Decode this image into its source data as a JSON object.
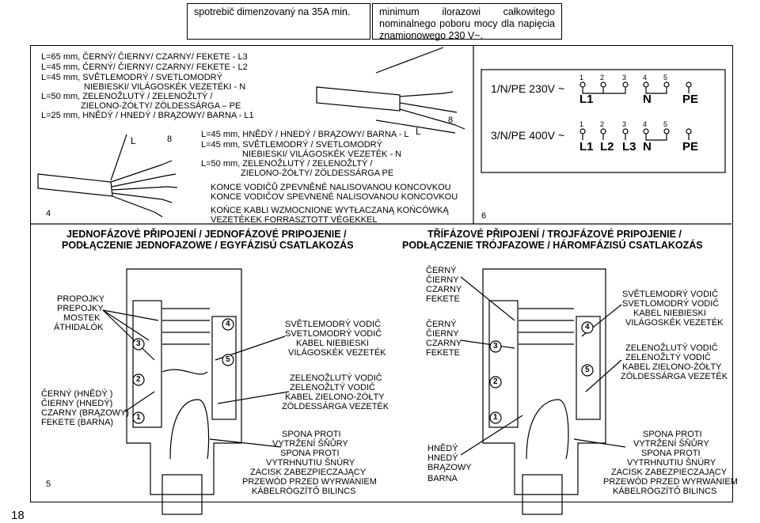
{
  "header": {
    "left": "spotrebič dimenzovaný na 35A min.",
    "right": "minimum ilorazowi całkowitego nominalnego poboru mocy dla napięcia znamionowego 230 V~."
  },
  "cable_left": {
    "line1": "L=65 mm, ČERNÝ/ ČIERNY/  CZARNY/ FEKETE  - L3",
    "line2": "L=45 mm, ČERNÝ/ ČIERNY/  CZARNY/ FEKETE  - L2",
    "line3": "L=45 mm, SVĚTLEMODRÝ / SVETLOMODRÝ",
    "line4": "NIEBIESKI/ VILÁGOSKÉK VEZETÉKI  - N",
    "line5": "L=50 mm, ZELENOŽLUTÝ / ZELENOŽLTÝ /",
    "line6": "ZIELONO-ŻÓŁTY/ ZÖLDESSÁRGA  – PE",
    "line7": "L=25 mm, HNĚDÝ / HNEDÝ / BRĄZOWY/ BARNA - L1"
  },
  "cable_right": {
    "line1": "L=45 mm, HNĚDÝ / HNEDÝ / BRĄZOWY/ BARNA  - L",
    "line2": "L=45 mm, SVĚTLEMODRÝ / SVETLOMODRÝ",
    "line3": "NIEBIESKI/ VILÁGOSKÉK VEZETÉK  - N",
    "line4": "L=50 mm, ZELENOŽLUTÝ / ZELENOŽLTÝ /",
    "line5": "ZIELONO-ŻÓŁTY/ ZÖLDESSÁRGA    PE"
  },
  "marks": {
    "L": "L",
    "eight": "8"
  },
  "ends_note": {
    "line1": "KONCE VODIČŮ ZPEVNĚNÉ NALISOVANOU KONCOVKOU",
    "line2": "KONCE VODIČOV SPEVNENÉ NALISOVANOU KONCOVKOU",
    "line3": "KOŃCE KABLI WZMOCNIONE WYTŁACZANĄ KOŃCÓWKĄ",
    "line4": "VEZETÉKEK FORRASZTOTT VÉGEKKEL"
  },
  "figure_numbers": {
    "fig4": "4",
    "fig5": "5",
    "fig6": "6"
  },
  "voltage_table": {
    "row1_label": "1/N/PE   230V ~",
    "row2_label": "3/N/PE   400V ~",
    "numbers": [
      "1",
      "2",
      "3",
      "4",
      "5"
    ],
    "row1_terms": [
      "L1",
      "N",
      "PE"
    ],
    "row2_terms": [
      "L1",
      "L2",
      "L3",
      "N",
      "PE"
    ]
  },
  "single_phase": {
    "title1": "JEDNOFÁZOVÉ PŘIPOJENÍ / JEDNOFÁZOVÉ PRIPOJENIE /",
    "title2": "PODŁĄCZENIE JEDNOFAZOWE / EGYFÁZISÚ CSATLAKOZÁS",
    "bridges": [
      "PROPOJKY",
      "PREPOJKY",
      "MOSTEK",
      "ÁTHIDALÓK"
    ],
    "blue": [
      "SVĚTLEMODRÝ VODIČ",
      "SVETLOMODRÝ VODIČ",
      "KABEL NIEBIESKI",
      "VILÁGOSKÉK VEZETÉK"
    ],
    "green": [
      "ZELENOŽLUTÝ VODIČ",
      "ZELENOŽLTÝ  VODIČ",
      "KABEL ZIELONO-ŻÓŁTY",
      "ZÖLDESSÁRGA VEZETÉK"
    ],
    "brown": [
      "ČERNÝ (HNĚDÝ )",
      "ČIERNY (HNEDÝ)",
      "CZARNY (BRĄZOWY)",
      "FEKETE (BARNA)"
    ],
    "clamp": [
      "SPONA PROTI",
      "VYTRŽENÍ ŠŇŮRY",
      "SPONA PROTI",
      "VYTRHNUTIU ŠNÚRY",
      "ZACISK ZABEZPIECZAJĄCY",
      "PRZEWÓD PRZED WYRWANIEM",
      "KÁBELRÖGZÍTŐ BILINCS"
    ]
  },
  "three_phase": {
    "title1": "TŘÍFÁZOVÉ PŘIPOJENÍ /  TROJFÁZOVÉ PRIPOJENIE /",
    "title2": "PODŁĄCZENIE TRÓJFAZOWE / HÁROMFÁZISÚ CSATLAKOZÁS",
    "black1": [
      "ČERNÝ",
      "ČIERNY",
      "CZARNY",
      "FEKETE"
    ],
    "black2": [
      "ČERNÝ",
      "ČIERNY",
      "CZARNY",
      "FEKETE"
    ],
    "blue": [
      "SVĚTLEMODRÝ VODIČ",
      "SVETLOMODRÝ VODIČ",
      "KABEL NIEBIESKI",
      "VILÁGOSKÉK VEZETÉK"
    ],
    "green": [
      "ZELENOŽLUTÝ VODIČ",
      "ZELENOŽLTÝ  VODIČ",
      "KABEL ZIELONO-ŻÓŁTY",
      "ZÖLDESSÁRGA VEZETÉK"
    ],
    "brown": [
      "HNĚDÝ",
      "HNEDÝ",
      "BRĄZOWY",
      "BARNA"
    ],
    "clamp": [
      "SPONA PROTI",
      "VYTRŽENÍ ŠŇŮRY",
      "SPONA PROTI",
      "VYTRHNUTIU ŠNÚRY",
      "ZACISK ZABEZPIECZAJĄCY",
      "PRZEWÓD PRZED WYRWANIEM",
      "KÁBELRÖGZÍTŐ BILINCS"
    ]
  },
  "terminal_numbers": [
    "1",
    "2",
    "3",
    "4",
    "5"
  ],
  "page_number": "18"
}
